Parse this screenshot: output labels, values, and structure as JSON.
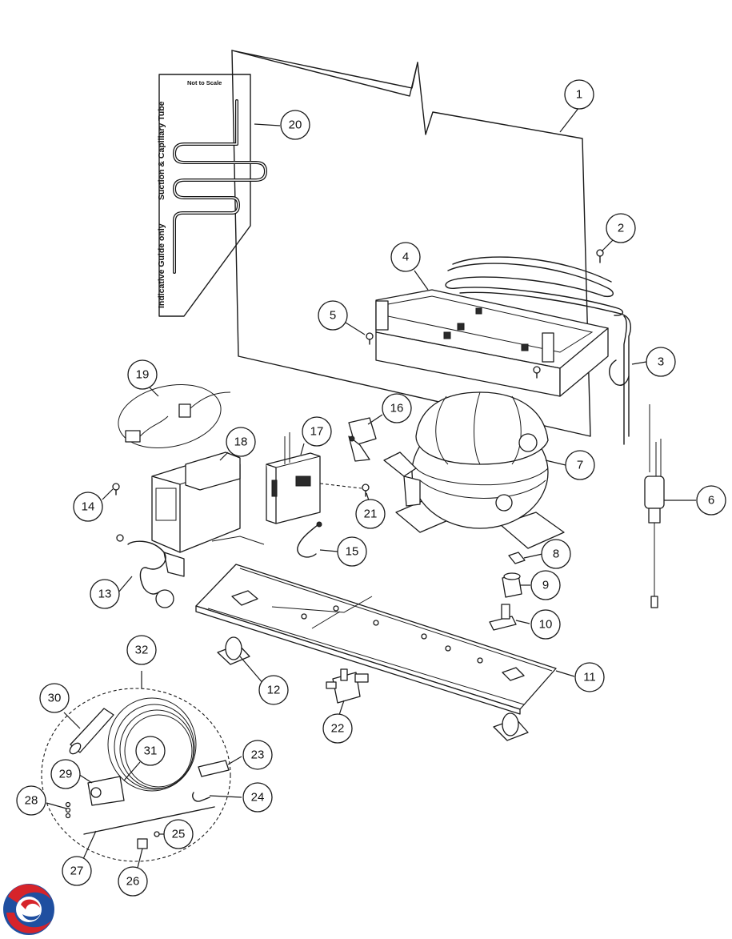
{
  "guide": {
    "scale_note": "Not to Scale",
    "tube_label": "Suction & Capillary Tube",
    "guide_label": "Indicative Guide only"
  },
  "callouts": [
    "1",
    "2",
    "3",
    "4",
    "5",
    "6",
    "7",
    "8",
    "9",
    "10",
    "11",
    "12",
    "13",
    "14",
    "15",
    "16",
    "17",
    "18",
    "19",
    "20",
    "21",
    "22",
    "23",
    "24",
    "25",
    "26",
    "27",
    "28",
    "29",
    "30",
    "31",
    "32"
  ],
  "colors": {
    "line": "#1a1a1a",
    "logo_red": "#d6242a",
    "logo_blue": "#1f4fa0"
  },
  "icons": {
    "logo": "swirl-logo-icon"
  }
}
